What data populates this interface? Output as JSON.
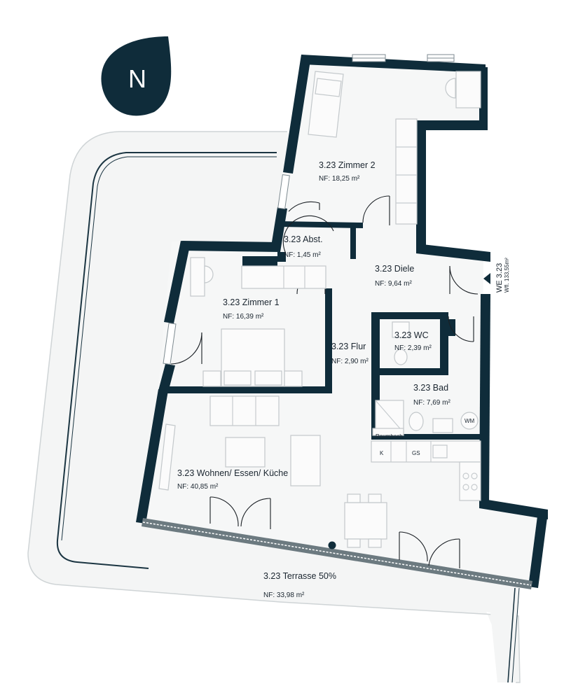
{
  "compass": {
    "letter": "N"
  },
  "rooms": [
    {
      "id": "zimmer2",
      "name": "3.23 Zimmer 2",
      "area": "NF: 18,25 m²"
    },
    {
      "id": "abst",
      "name": "3.23 Abst.",
      "area": "NF: 1,45 m²"
    },
    {
      "id": "diele",
      "name": "3.23 Diele",
      "area": "NF: 9,64 m²"
    },
    {
      "id": "zimmer1",
      "name": "3.23 Zimmer 1",
      "area": "NF: 16,39 m²"
    },
    {
      "id": "wc",
      "name": "3.23 WC",
      "area": "NF: 2,39 m²"
    },
    {
      "id": "flur",
      "name": "3.23 Flur",
      "area": "NF: 2,90 m²"
    },
    {
      "id": "bad",
      "name": "3.23 Bad",
      "area": "NF: 7,69 m²"
    },
    {
      "id": "wohnen",
      "name": "3.23 Wohnen/ Essen/ Küche",
      "area": "NF: 40,85 m²"
    },
    {
      "id": "terrasse",
      "name": "3.23 Terrasse 50%",
      "area": "NF: 33,98 m²"
    }
  ],
  "unit": {
    "label": "WE 3.23",
    "area": "Wfl. 133,55m²"
  },
  "labels": {
    "raumhoch": "Raumhoch",
    "wm": "WM",
    "k": "K",
    "gs": "GS"
  }
}
